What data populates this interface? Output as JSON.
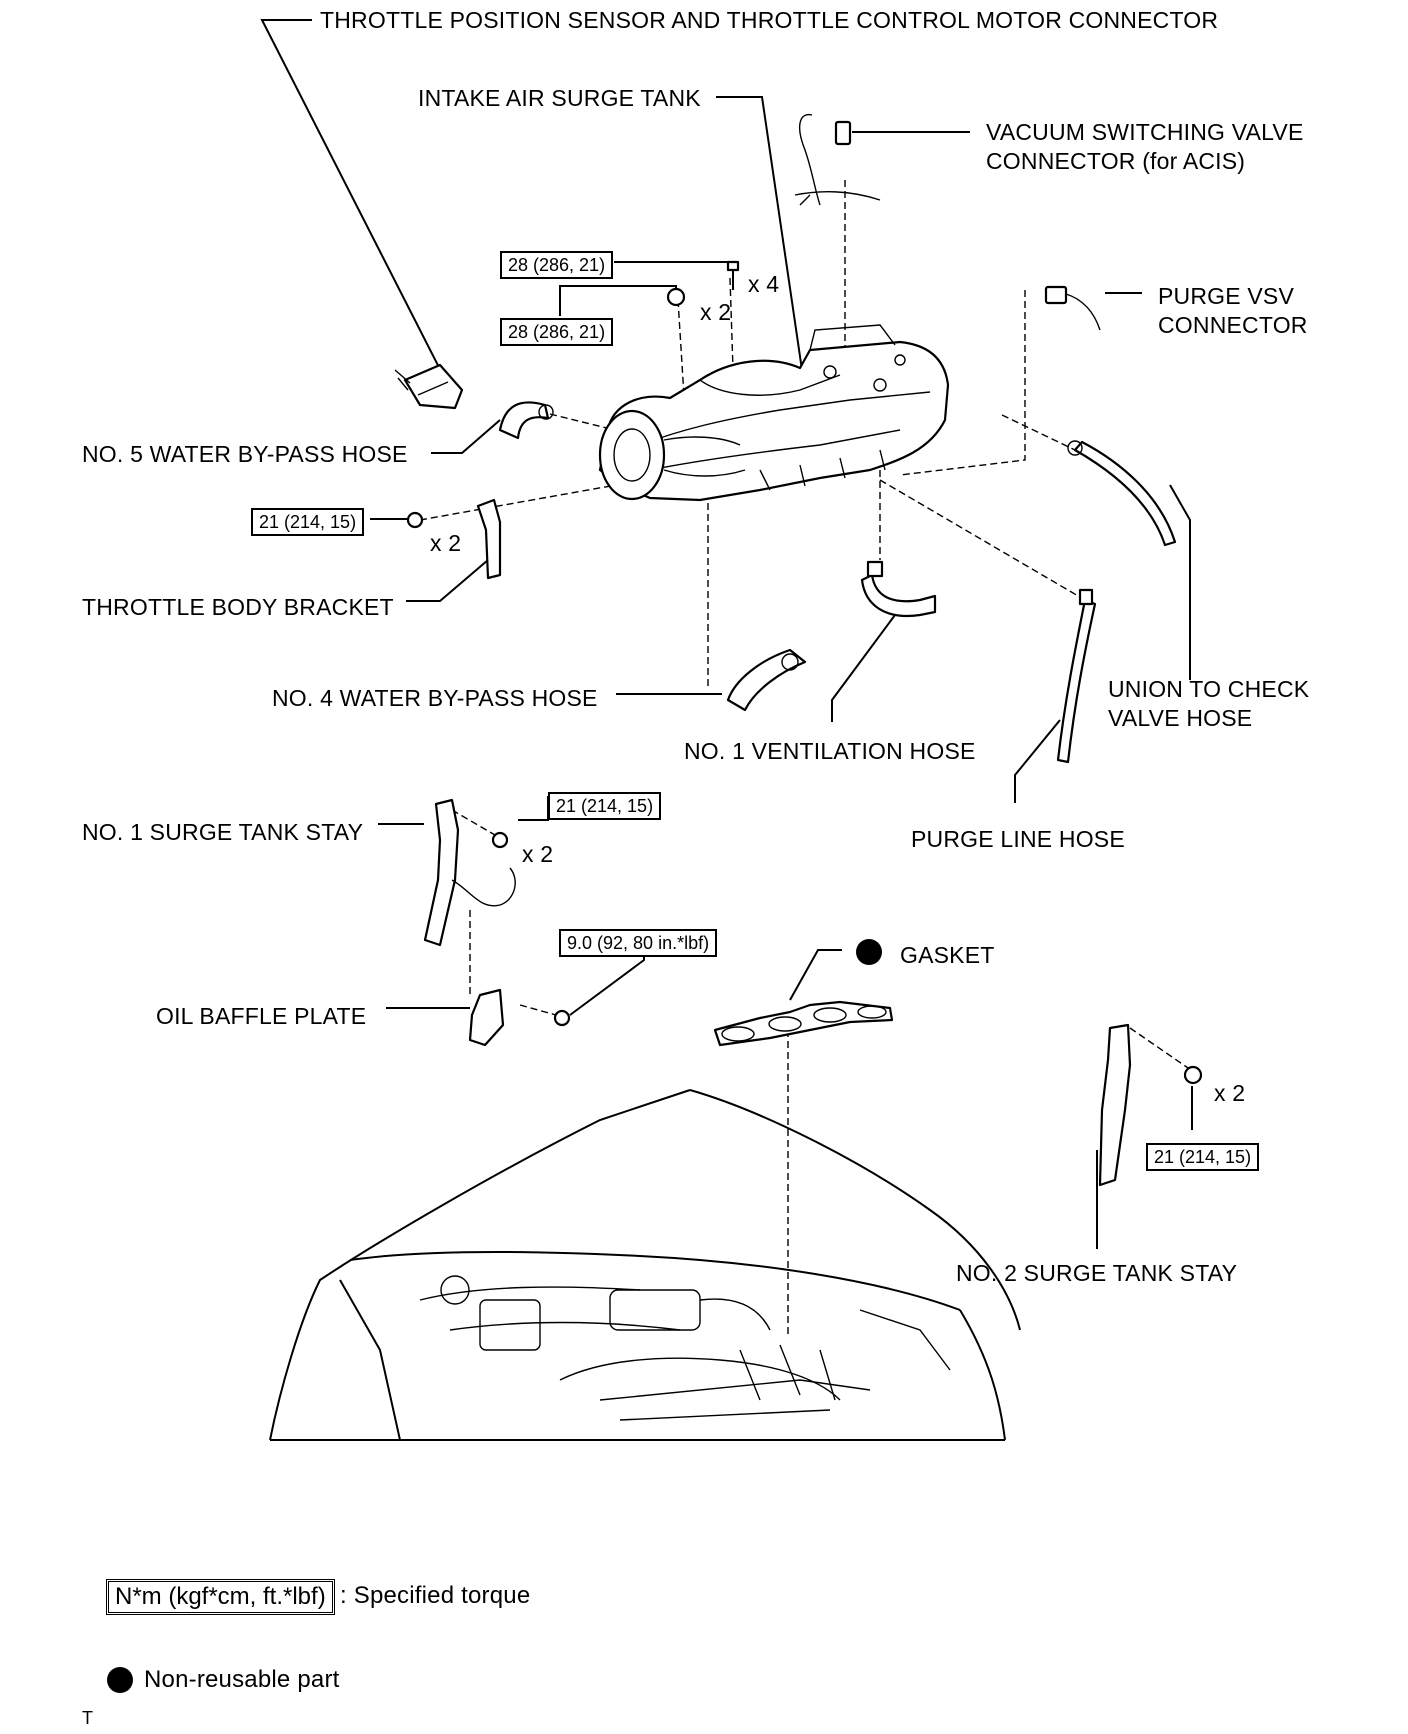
{
  "labels": {
    "tps_connector": "THROTTLE POSITION SENSOR AND THROTTLE CONTROL MOTOR CONNECTOR",
    "intake_surge_tank": "INTAKE AIR SURGE TANK",
    "vsv_connector_line1": "VACUUM SWITCHING VALVE",
    "vsv_connector_line2": "CONNECTOR (for ACIS)",
    "purge_vsv_line1": "PURGE VSV",
    "purge_vsv_line2": "CONNECTOR",
    "no5_water_hose": "NO. 5 WATER BY-PASS HOSE",
    "throttle_bracket": "THROTTLE BODY BRACKET",
    "no4_water_hose": "NO. 4 WATER BY-PASS HOSE",
    "no1_ventilation": "NO. 1 VENTILATION HOSE",
    "union_check_line1": "UNION TO CHECK",
    "union_check_line2": "VALVE HOSE",
    "purge_line_hose": "PURGE LINE HOSE",
    "no1_stay": "NO. 1 SURGE TANK STAY",
    "oil_baffle": "OIL BAFFLE PLATE",
    "gasket": "GASKET",
    "no2_stay": "NO. 2 SURGE TANK STAY"
  },
  "torques": {
    "t1": "28 (286, 21)",
    "t2": "28 (286, 21)",
    "t3": "21 (214, 15)",
    "t4": "21 (214, 15)",
    "t5": "9.0 (92, 80 in.*lbf)",
    "t6": "21 (214, 15)"
  },
  "quantities": {
    "q1": "x 4",
    "q2": "x 2",
    "q3": "x 2",
    "q4": "x 2",
    "q5": "x 2"
  },
  "legend": {
    "torque_box": "N*m (kgf*cm, ft.*lbf)",
    "torque_text": ": Specified torque",
    "nonreusable_text": "Non-reusable part"
  },
  "corner_mark": "T"
}
